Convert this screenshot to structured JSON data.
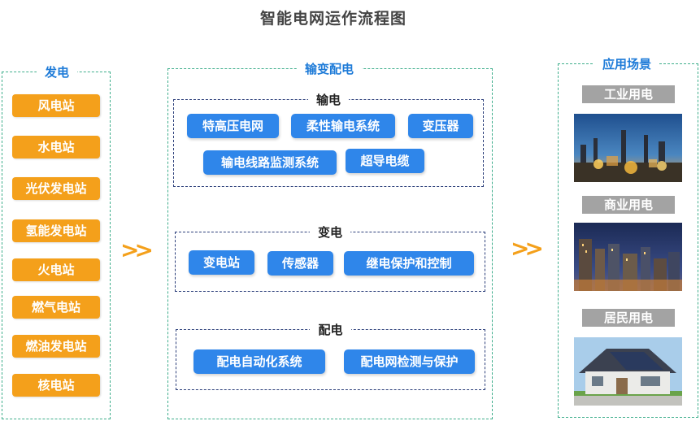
{
  "title": "智能电网运作流程图",
  "generation": {
    "title": "发电",
    "items": [
      "风电站",
      "水电站",
      "光伏发电站",
      "氢能发电站",
      "火电站",
      "燃气电站",
      "燃油发电站",
      "核电站"
    ]
  },
  "arrows": [
    ">>",
    ">>"
  ],
  "transmission_distribution": {
    "title": "输变配电",
    "transmission": {
      "title": "输电",
      "items": [
        "特高压电网",
        "柔性输电系统",
        "变压器",
        "输电线路监测系统",
        "超导电缆"
      ]
    },
    "substation": {
      "title": "变电",
      "items": [
        "变电站",
        "传感器",
        "继电保护和控制"
      ]
    },
    "distribution": {
      "title": "配电",
      "items": [
        "配电自动化系统",
        "配电网检测与保护"
      ]
    }
  },
  "applications": {
    "title": "应用场景",
    "items": [
      {
        "label": "工业用电",
        "image": "industrial-plant-night"
      },
      {
        "label": "商业用电",
        "image": "city-skyline-night"
      },
      {
        "label": "居民用电",
        "image": "house-with-solar-panels"
      }
    ]
  },
  "colors": {
    "orange": "#f4a01b",
    "blue": "#2f86ea",
    "panel_border": "#3fae8c",
    "sub_border": "#2c3f7a",
    "gray": "#a3a3a3"
  }
}
